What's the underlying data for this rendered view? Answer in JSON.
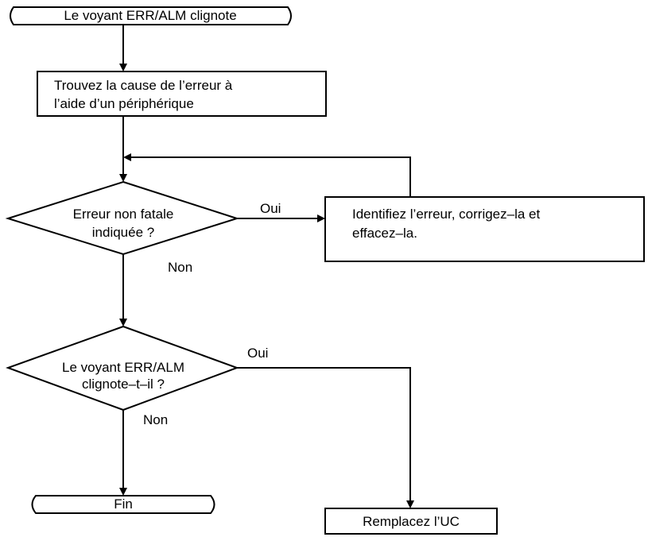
{
  "flowchart": {
    "start_label": "Le voyant ERR/ALM clignote",
    "step_find_cause": [
      "Trouvez la cause de l’erreur à",
      "l’aide d’un périphérique"
    ],
    "decision_nonfatal": [
      "Erreur non fatale",
      "indiquée ?"
    ],
    "decision_nonfatal_yes": "Oui",
    "decision_nonfatal_no": "Non",
    "step_identify": [
      "Identifiez l’erreur, corrigez–la et",
      "effacez–la."
    ],
    "decision_blinking": [
      "Le voyant ERR/ALM",
      "clignote–t–il ?"
    ],
    "decision_blinking_yes": "Oui",
    "decision_blinking_no": "Non",
    "end_label": "Fin",
    "step_replace": "Remplacez l’UC"
  }
}
